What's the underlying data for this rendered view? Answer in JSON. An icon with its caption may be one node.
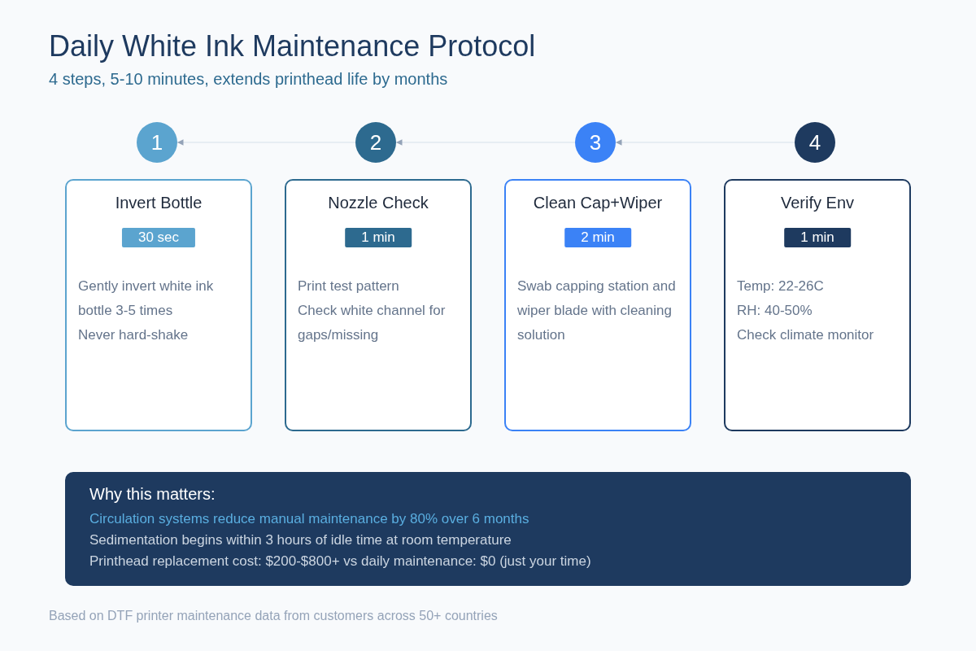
{
  "diagram": {
    "title": "Daily White Ink Maintenance Protocol",
    "caption": "Based on DTF printer maintenance data from customers across 50+ countries",
    "nodes": [
      {
        "text": [
          "1"
        ]
      },
      {
        "text": [
          "2"
        ]
      },
      {
        "text": [
          "3"
        ]
      },
      {
        "text": [
          "4"
        ]
      },
      {
        "text": [
          "Invert Bottle",
          "30 sec",
          "Gently invert white ink bottle 3-5 times",
          "Never hard-shake"
        ]
      },
      {
        "text": [
          "Nozzle Check",
          "1 min",
          "Print test pattern",
          "Check white channel for gaps/missing"
        ]
      },
      {
        "text": [
          "Clean Cap+Wiper",
          "2 min",
          "Swab capping station and wiper blade with cleaning solution"
        ]
      },
      {
        "text": [
          "Verify Env",
          "1 min",
          "Temp: 22-26C",
          "RH: 40-50%",
          "Check climate monitor"
        ]
      },
      {
        "text": [
          "Why this matters:",
          "Circulation systems reduce manual maintenance by 80% over 6 months",
          "Sedimentation begins within 3 hours of idle time at room temperature",
          "Printhead replacement cost: $200-$800+ vs daily maintenance: $0 (just your time)"
        ]
      }
    ],
    "edges": [
      {
        "from": 1,
        "to": 0,
        "arrow": "to"
      },
      {
        "from": 2,
        "to": 1,
        "arrow": "to"
      },
      {
        "from": 3,
        "to": 2,
        "arrow": "to"
      }
    ],
    "labels": [
      "4 steps, 5-10 minutes, extends printhead life by months"
    ]
  }
}
